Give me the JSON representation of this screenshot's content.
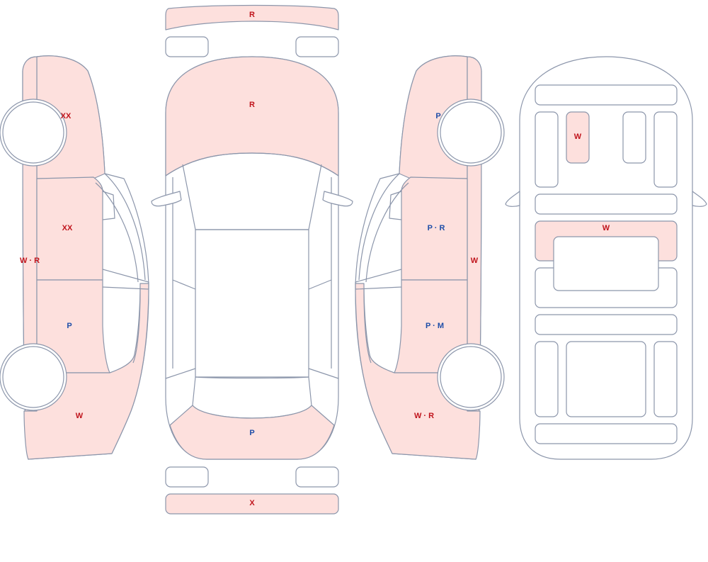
{
  "colors": {
    "damaged_fill": "#fde0dd",
    "outline": "#8c96ab",
    "code_red": "#c0141c",
    "code_blue": "#1f4ea8"
  },
  "labels": {
    "top_bumper_strip": "R",
    "hood": "R",
    "rear_bumper": "P",
    "bottom_strip": "X",
    "left_front_fender": "XX",
    "left_front_door": "XX",
    "left_rocker": "W · R",
    "left_rear_door": "P",
    "left_rear_quarter": "W",
    "right_front_fender": "P",
    "right_front_door": "P · R",
    "right_rocker": "W",
    "right_rear_door": "P · M",
    "right_rear_quarter": "W · R",
    "floor_seat_front_left": "W",
    "floor_panel_mid": "W"
  }
}
